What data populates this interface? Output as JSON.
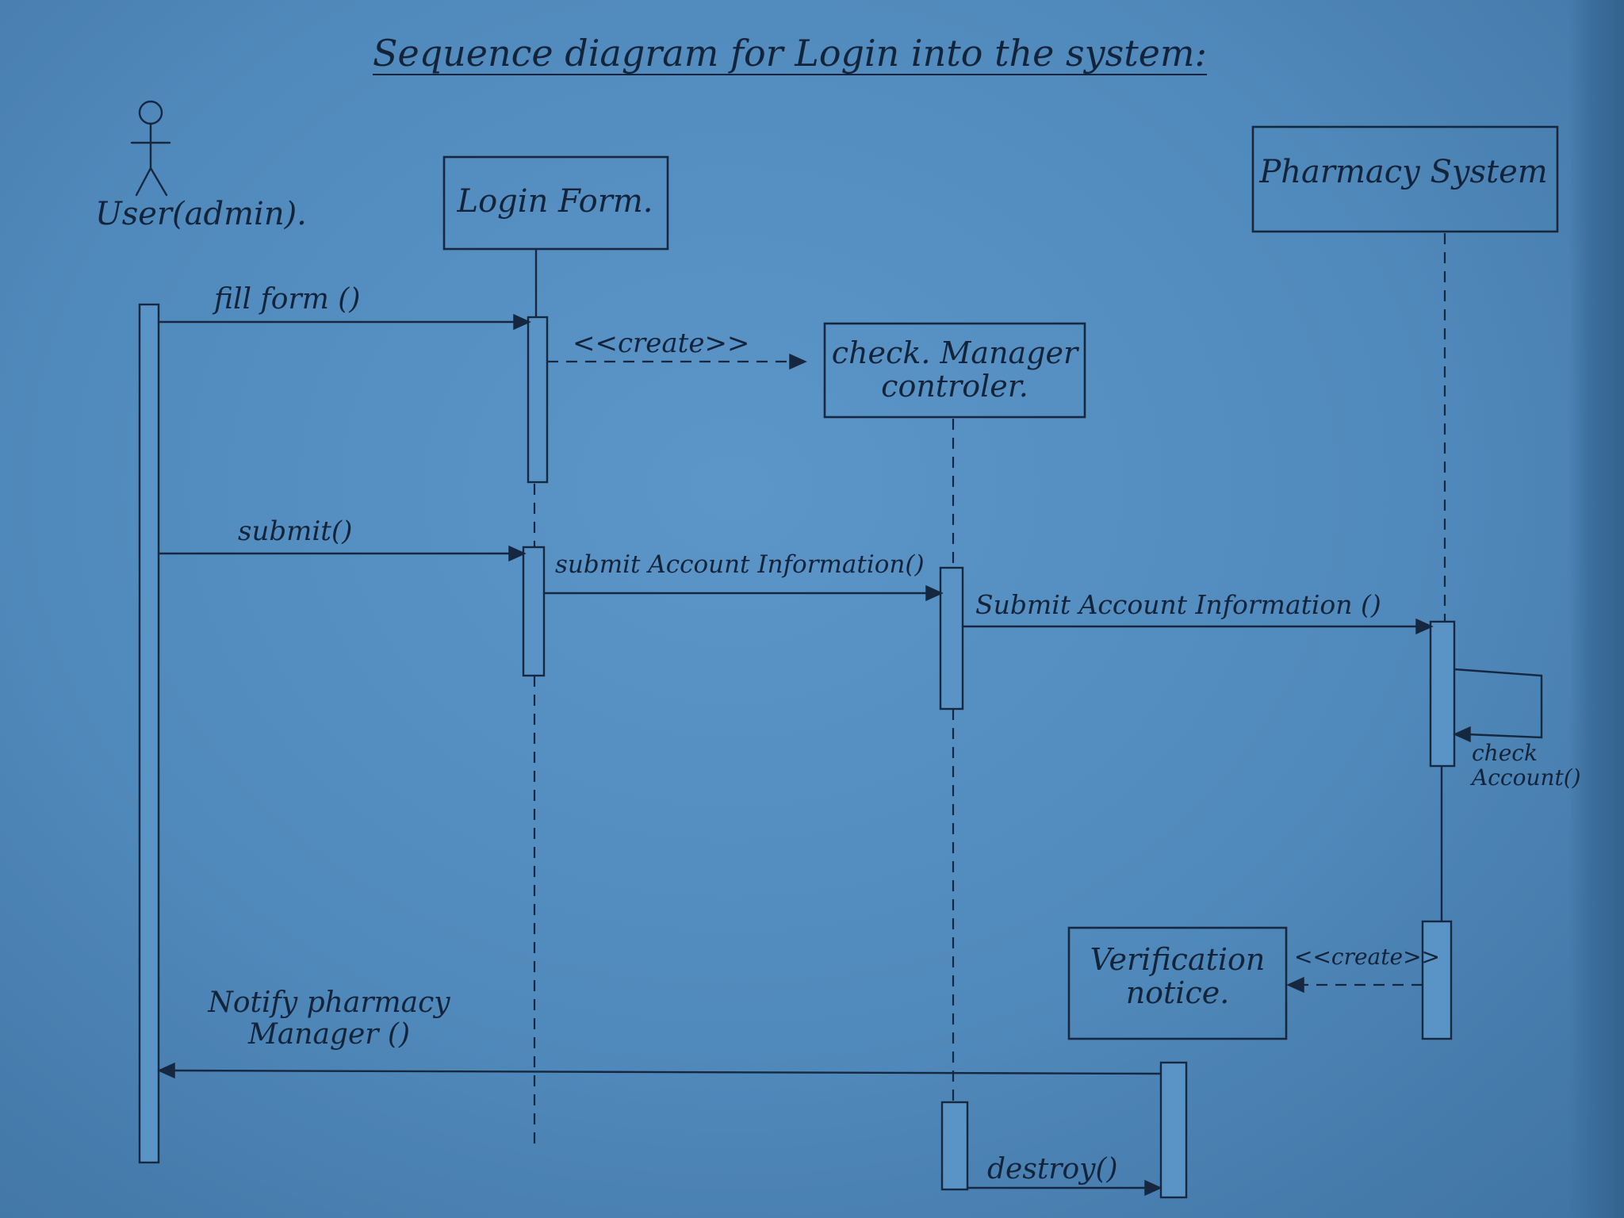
{
  "title": "Sequence diagram for Login into the system:",
  "actors": [
    {
      "id": "user",
      "label": "User(admin)."
    }
  ],
  "objects": [
    {
      "id": "login_form",
      "label": "Login Form."
    },
    {
      "id": "check_manager",
      "label": "check. Manager controler."
    },
    {
      "id": "pharmacy_system",
      "label": "Pharmacy System"
    },
    {
      "id": "verification_notice",
      "label": "Verification notice."
    }
  ],
  "messages": [
    {
      "id": "fill_form",
      "label": "fill form ()",
      "from": "user",
      "to": "login_form"
    },
    {
      "id": "create_check",
      "label": "<<create>>",
      "from": "login_form",
      "to": "check_manager"
    },
    {
      "id": "submit",
      "label": "submit()",
      "from": "user",
      "to": "login_form"
    },
    {
      "id": "submit_account_1",
      "label": "submit Account Information()",
      "from": "login_form",
      "to": "check_manager"
    },
    {
      "id": "submit_account_2",
      "label": "Submit Account Information ()",
      "from": "check_manager",
      "to": "pharmacy_system"
    },
    {
      "id": "check_account",
      "label": "check Account()",
      "from": "pharmacy_system",
      "to": "pharmacy_system"
    },
    {
      "id": "create_verification",
      "label": "<<create>>",
      "from": "pharmacy_system",
      "to": "verification_notice"
    },
    {
      "id": "notify",
      "label": "Notify pharmacy Manager ()",
      "from": "verification_notice",
      "to": "user"
    },
    {
      "id": "destroy",
      "label": "destroy()",
      "from": "check_manager",
      "to": "verification_notice"
    }
  ],
  "colors": {
    "paper": "#5089bb",
    "ink": "#16283f"
  }
}
